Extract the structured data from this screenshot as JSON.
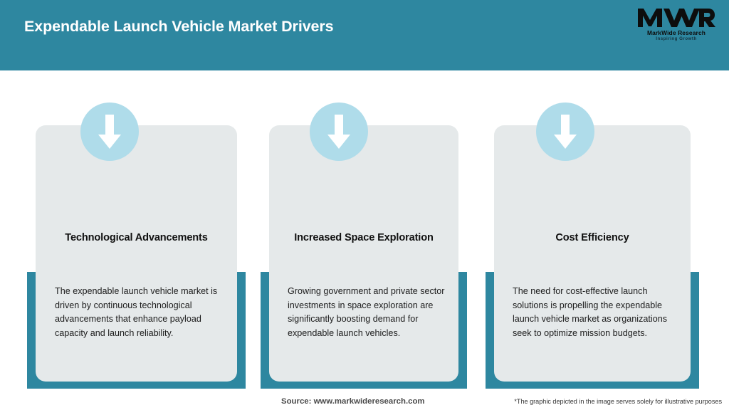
{
  "header": {
    "title": "Expendable Launch Vehicle Market Drivers",
    "background_color": "#2e87a0",
    "title_color": "#ffffff",
    "logo": {
      "mark_text": "MWR",
      "company_name": "MarkWide Research",
      "tagline": "Inspiring Growth"
    }
  },
  "cards": [
    {
      "icon": "arrow-down-icon",
      "heading": "Technological Advancements",
      "text": "The expendable launch vehicle market is driven by continuous technological advancements that enhance payload capacity and launch reliability."
    },
    {
      "icon": "arrow-down-icon",
      "heading": "Increased Space Exploration",
      "text": "Growing government and private sector investments in space exploration are significantly boosting demand for expendable launch vehicles."
    },
    {
      "icon": "arrow-down-icon",
      "heading": "Cost Efficiency",
      "text": "The need for cost-effective launch solutions is propelling the expendable launch vehicle market as organizations seek to optimize mission budgets."
    }
  ],
  "footer": {
    "source": "Source: www.markwideresearch.com",
    "disclaimer": "*The graphic depicted in the image serves solely for illustrative purposes"
  },
  "theme": {
    "accent_teal": "#2e87a0",
    "card_grey": "#e5e9ea",
    "icon_circle_blue": "#afdcea",
    "page_background": "#ffffff"
  }
}
